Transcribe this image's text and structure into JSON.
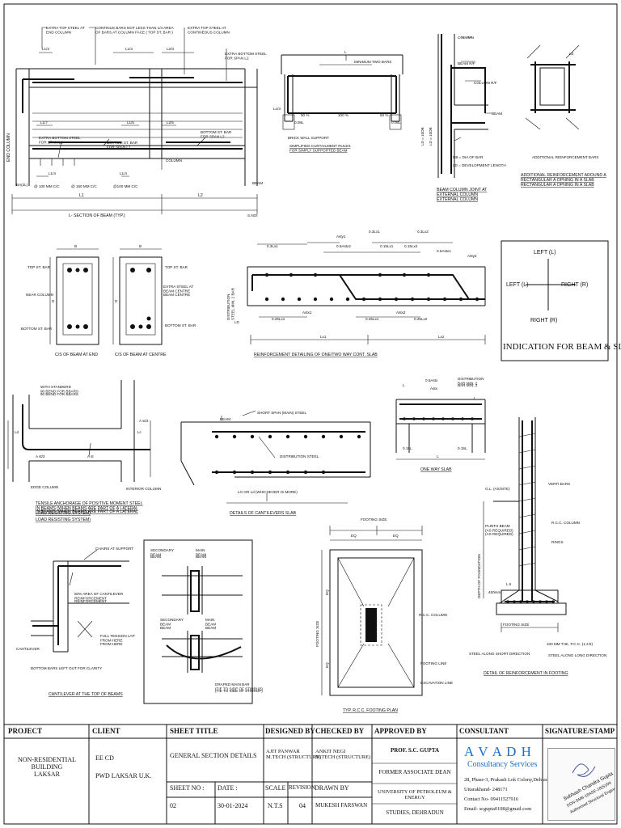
{
  "drawings": {
    "lsection": {
      "title": "L- SECTION OF BEAM (TYP.)",
      "extra_top_end": "EXTRA TOP STEEL AT\nEND COLUMN",
      "continuous_bars": "CONTINUS BARS NOT LESS THAN 1/4 AREA\nOF BARS AT COLUMN FACE ( TOP ST. BAR )",
      "extra_top_cont": "EXTRA TOP STEEL AT\nCONTINEOUS COLUMN",
      "extra_bottom_l2": "EXTRA BOTTOM STEEL\nFOR SPAN L2",
      "extra_bottom_l1": "EXTRA BOTTOM STEEL\nFOR SPAN L1",
      "bottom_bar_l1": "BOTTOM ST. BAR\nFOR SPAN L1",
      "bottom_bar_l2": "BOTTOM ST. BAR\nFOR SPAN L2",
      "column": "COLUMN",
      "beam": "BEAM",
      "end_column": "END COLUMN",
      "snoi": "S.NOI",
      "bal": "BA(2L)",
      "l13a": "L1/3",
      "l13b": "L1/3",
      "l23": "L2/3",
      "l17": "L1/7",
      "l15": "L1/5",
      "l25": "L2/5",
      "l14a": "L1/4",
      "l14b": "L1/4",
      "s100a": "@ 100 MM C/C",
      "s150": "@ 150 MM C/C",
      "s100b": "@100 MM C/C",
      "l1": "L1",
      "l2": "L2"
    },
    "curtail": {
      "l": "L",
      "min_two": "MINIMUM TWO BARS",
      "p50a": "50 %",
      "p100": "100 %",
      "p50b": "50 %",
      "brick": "BRICK WALL SUPPORT",
      "rules": "SIMPLIFIED CURTAILMENT RULES\nFOR SIMPLY SUPPORTED BEAM",
      "l08": "0.08L",
      "l08b": "0.08L",
      "lo3": "Lo/3"
    },
    "joint": {
      "title": "BEAM COLUMN JOINT AT\nEXTERNAL COLUMN",
      "column": "COLUMN",
      "beam_rf": "BEAM R/F",
      "col_rf": "COLUMN R/F",
      "beam": "BEAM",
      "db": "DB = DIA OF BAR",
      "ld": "LD = DEVELOPMENT LENGTH",
      "ld1": "LD = 10DB",
      "ld2": "LD = 10DB"
    },
    "opening": {
      "title": "ADDITIONAL REINFORCEMENT AROUND A\nRECTANGULAR A OPNING IN A SLAB",
      "add": "ADDITIONAL REINFORCEMENT BARS",
      "ld": "Ld"
    },
    "cs": {
      "title_end": "C/S OF BEAM AT END",
      "title_centre": "C/S OF BEAM AT CENTRE",
      "top_bar": "TOP ST. BAR",
      "near_col": "NEAR COLUMN",
      "bottom_bar": "BOTTOM ST. BAR",
      "top_bar2": "TOP ST. BAR",
      "extra": "EXTRA STEEL AT\nBEAM CENTRE",
      "bottom_bar2": "BOTTOM ST. BAR",
      "b": "B",
      "d": "D",
      "b2": "B",
      "d2": "D"
    },
    "slab": {
      "title": "REINFORCEMENT DETAILING OF ONE/TWO WAY CONT. SLAB",
      "dist": "DISTRIBUTION\nSTEEL MIN. 2 BAR",
      "ast1": "Asty1",
      "ast2": "Asty2",
      "a1": "0.3Lx1",
      "a2": "0.3Lx1",
      "a3": "0.3Lx2",
      "a4": "0.15Lx1",
      "a5": "0.15Lx2",
      "a6": "0.5Astx2",
      "a7": "0.5Astx1",
      "b1": "0.25Lx1",
      "b2": "0.25Lx1",
      "b3": "0.25Lx2",
      "astx1": "Astx1",
      "astx2": "Astx2",
      "lx1": "Lx1",
      "lx2": "Lx2",
      "ld": "LD"
    },
    "indication": {
      "title": "INDICATION FOR BEAM & SLAB",
      "top": "LEFT (L)",
      "left": "LEFT (L)",
      "right": "RIGHT (R)",
      "bottom": "RIGHT (R)"
    },
    "tensile": {
      "title": "TENSILE ANCHORAGE OF POSITIVE MOMENT STEEL\nIN BEAMS (WHEN BEAMS ARE PART OF A LATERAL\nLOAD RESISTING SYSTEM)",
      "standard": "WITH STANDERD\n90 BEND FOR BBARS",
      "edge": "EDGE COLUMN",
      "interior": "INTERIOR COLUMN",
      "ast3a": "A st/3",
      "ast3b": "A st/3",
      "ast": "A st",
      "ld": "Ld",
      "lc": "Lc"
    },
    "cantilever": {
      "title": "DETAILS OF CANTILEVERS  SLAB",
      "beam": "BEAM",
      "short": "SHORT SPAN (MAIN) STEEL",
      "dist": "DISTRIBUTION STEEL",
      "lo": "LO OR Ld (WHICHEVER IS MORE)"
    },
    "oneway": {
      "title": "ONE WAY SLAB",
      "dist": "DISTRIBUTION\nBAR MIN. 2",
      "a05": "0.5Astx",
      "astx": "Astx",
      "l": "L",
      "l15a": "0.15L",
      "l15b": "0.15L",
      "l1": "L",
      "l2": "L"
    },
    "footing_detail": {
      "title": "DETAIL OF REINFORCEMENT IN FOOTING",
      "gl": "G.L. (AS/SITE)",
      "verti": "VERTI.BARS",
      "rcc": "R.C.C. COLUMN",
      "plinth": "PLINTH BEAM\n(AS REQUIRED)",
      "rings": "RINGS",
      "depth": "DEPTH OF FOUNDATION",
      "mm450": "450mm",
      "l6": "L 6",
      "size": "FOOTING SIZE",
      "short": "STEEL ALONG SHORT DIRECTION",
      "pcc": "100 MM THK. P.C.C. (1:4:8)",
      "long": "STEEL ALONG LONG DIRECTION"
    },
    "cantop": {
      "title": "CANTILEVER AT THE TOP OF BEAMS",
      "chairs": "CHAIRS AT SUPPORT",
      "area": "50% AREA OF CANTILEVER\nREINFORCEMENT",
      "lap": "FULL TENSION LAP\nFROM HERE",
      "cant": "CANTILEVER",
      "bottom": "BOTTOM BARS LEFT OUT FOR CLARITY"
    },
    "secbeam": {
      "sec1": "SECONDARY\nBEAM",
      "main1": "MAIN\nBEAM",
      "sec2": "SECONDARY\nBEAM",
      "main2": "MAIN\nBEAM",
      "draped": "DRAPED MAIN BAR\n(TIE TO SIDE OF STIRRUP)"
    },
    "footing_plan": {
      "title": "TYP. R.C.C. FOOTING PLAN",
      "size": "FOOTING SIZE",
      "eq1": "EQ",
      "eq2": "EQ",
      "eq3": "EQ",
      "eq4": "EQ",
      "fsize": "FOOTING SIZE",
      "col": "R.C.C. COLUMN",
      "fline": "FOOTING LINE",
      "exline": "EXCAVATION LINE"
    }
  },
  "titleblock": {
    "headers": {
      "project": "PROJECT",
      "client": "CLIENT",
      "sheet_title": "SHEET TITLE",
      "designed": "DESIGNED BY",
      "checked": "CHECKED BY",
      "approved": "APPROVED BY",
      "consultant": "CONSULTANT",
      "signature": "SIGNATURE/STAMP"
    },
    "project": "NON-RESIDENTIAL BUILDING\nLAKSAR",
    "client1": "EE CD",
    "client2": "PWD LAKSAR U.K.",
    "sheet_title": "GENERAL SECTION DETAILS",
    "designed": "AJIT PANWAR\nM.TECH (STRUCTURE)",
    "checked": "ANKIT NEGI\nM.TECH (STRUCTURE)",
    "approved": [
      "PROF. S.C. GUPTA",
      "FORMER ASSOCIATE DEAN",
      "UNIVERSITY OF PETROLEUM & ENERGY",
      "STUDIES, DEHRADUN"
    ],
    "sheet_no_label": "SHEET NO :",
    "date_label": "DATE   :",
    "scale_label": "SCALE",
    "revision_label": "REVISION",
    "drawn_label": "DRAWN BY",
    "sheet_no": "02",
    "date": "30-01-2024",
    "scale": "N.T.S",
    "revision": "04",
    "drawn": "MUKESH FARSWAN",
    "consultant_name": "A V A D H",
    "consultant_sub": "Consultancy Services",
    "consultant_addr1": "28, Phase-3, Prakash Lok Colony,Dehradun",
    "consultant_addr2": "Uttarakhand- 248171",
    "consultant_contact": "Contact No- 09411527916",
    "consultant_email": "Email- scgupta0108@gmail.com",
    "stamp_lines": [
      "Subhash Chandra Gupta",
      "DDN-SMB-18ASE-18(S)/09",
      "Authorised Structural Engineer"
    ]
  }
}
